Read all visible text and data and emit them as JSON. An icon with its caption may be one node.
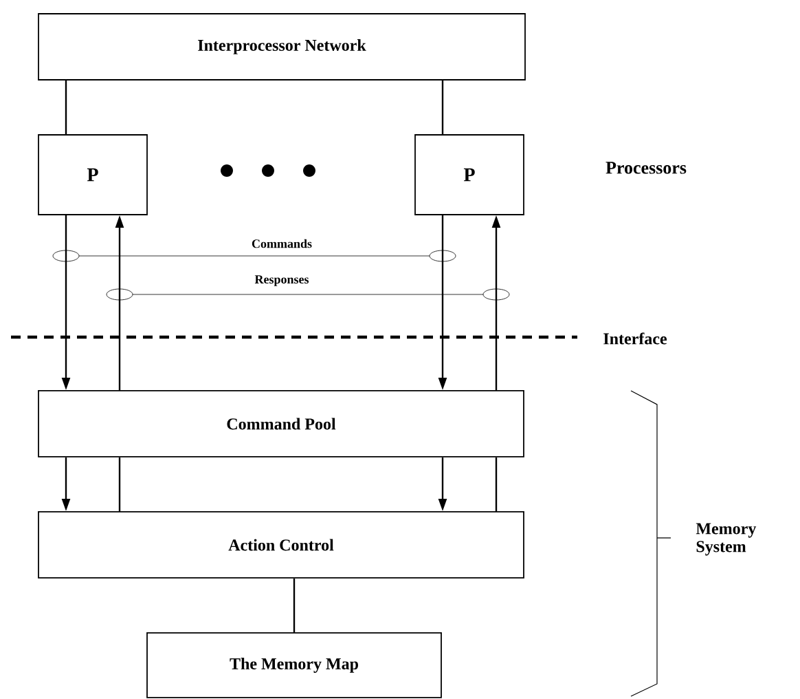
{
  "diagram": {
    "nodes": [
      {
        "text": [
          "Interprocessor Network"
        ]
      },
      {
        "text": [
          "P"
        ]
      },
      {
        "text": [
          "P"
        ]
      },
      {
        "text": [
          "Command Pool"
        ]
      },
      {
        "text": [
          "Action Control"
        ]
      },
      {
        "text": [
          "The Memory Map"
        ]
      }
    ],
    "edges": [
      {
        "from": 0,
        "to": 1,
        "arrow": "none"
      },
      {
        "from": 0,
        "to": 2,
        "arrow": "none"
      },
      {
        "from": 1,
        "to": 3,
        "arrow": "to"
      },
      {
        "from": 3,
        "to": 1,
        "arrow": "to"
      },
      {
        "from": 2,
        "to": 3,
        "arrow": "to"
      },
      {
        "from": 3,
        "to": 2,
        "arrow": "to"
      },
      {
        "from": 3,
        "to": 4,
        "arrow": "to"
      },
      {
        "from": 3,
        "to": 4,
        "arrow": "none"
      },
      {
        "from": 3,
        "to": 4,
        "arrow": "to"
      },
      {
        "from": 3,
        "to": 4,
        "arrow": "none"
      },
      {
        "from": 4,
        "to": 5,
        "arrow": "none"
      }
    ],
    "labels": [
      "Processors",
      "Commands",
      "Responses",
      "Interface",
      "Memory System"
    ]
  }
}
